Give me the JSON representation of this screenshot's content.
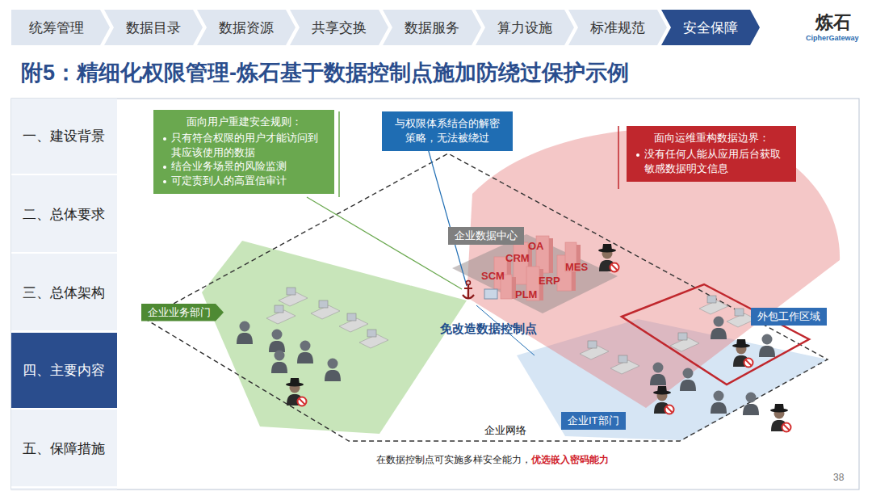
{
  "diagram": {
    "title": "附5：精细化权限管理-炼石基于数据控制点施加防绕过保护示例",
    "nodes": [
      {
        "text": [
          "统筹管理"
        ]
      },
      {
        "text": [
          "数据目录"
        ]
      },
      {
        "text": [
          "数据资源"
        ]
      },
      {
        "text": [
          "共享交换"
        ]
      },
      {
        "text": [
          "数据服务"
        ]
      },
      {
        "text": [
          "算力设施"
        ]
      },
      {
        "text": [
          "标准规范"
        ]
      },
      {
        "text": [
          "安全保障"
        ]
      },
      {
        "text": [
          "一、建设背景"
        ]
      },
      {
        "text": [
          "二、总体要求"
        ]
      },
      {
        "text": [
          "三、总体架构"
        ]
      },
      {
        "text": [
          "四、主要内容"
        ]
      },
      {
        "text": [
          "五、保障措施"
        ]
      },
      {
        "text": [
          "面向用户重建安全规则：",
          "只有符合权限的用户才能访问到其应该使用的数据",
          "结合业务场景的风险监测",
          "可定责到人的高置信审计"
        ]
      },
      {
        "text": [
          "与权限体系结合的解密策略，无法被绕过"
        ]
      },
      {
        "text": [
          "面向运维重构数据边界：",
          "没有任何人能从应用后台获取敏感数据明文信息"
        ]
      },
      {
        "text": [
          "企业数据中心"
        ]
      },
      {
        "text": [
          "企业业务部门"
        ]
      },
      {
        "text": [
          "外包工作区域"
        ]
      },
      {
        "text": [
          "企业IT部门"
        ]
      }
    ],
    "labels": [
      "OA",
      "CRM",
      "ERP",
      "MES",
      "SCM",
      "PLM",
      "免改造数据控制点",
      "企业网络",
      "在数据控制点可实施多样安全能力，",
      "优选嵌入密码能力",
      "38",
      "炼石",
      "CipherGateway"
    ]
  }
}
